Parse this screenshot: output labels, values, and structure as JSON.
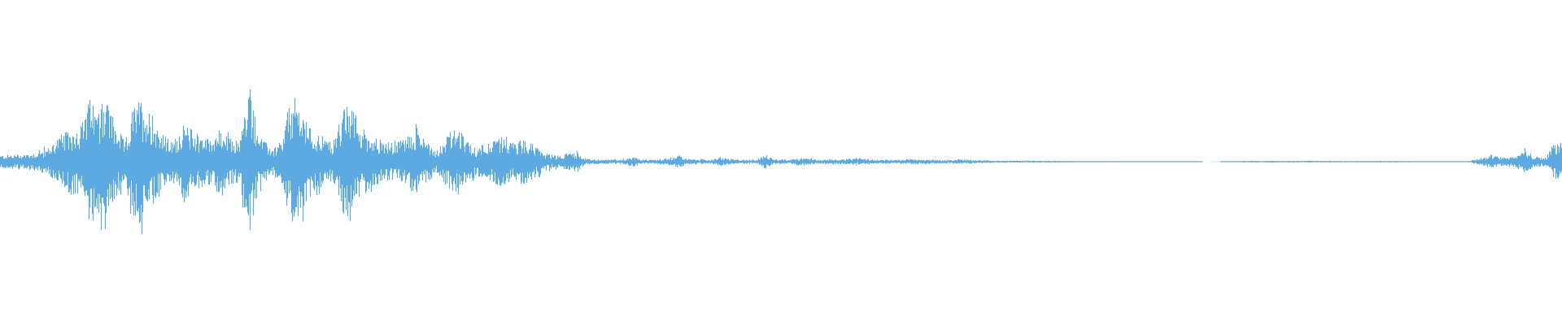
{
  "waveform": {
    "color": "#5da9e1",
    "amplitude_envelope": [
      [
        0.0,
        0.06
      ],
      [
        0.01,
        0.07
      ],
      [
        0.02,
        0.08
      ],
      [
        0.03,
        0.12
      ],
      [
        0.037,
        0.24
      ],
      [
        0.045,
        0.3
      ],
      [
        0.052,
        0.36
      ],
      [
        0.058,
        0.62
      ],
      [
        0.062,
        0.45
      ],
      [
        0.067,
        0.68
      ],
      [
        0.072,
        0.4
      ],
      [
        0.08,
        0.18
      ],
      [
        0.085,
        0.52
      ],
      [
        0.09,
        0.6
      ],
      [
        0.097,
        0.45
      ],
      [
        0.103,
        0.28
      ],
      [
        0.11,
        0.18
      ],
      [
        0.118,
        0.36
      ],
      [
        0.125,
        0.28
      ],
      [
        0.133,
        0.22
      ],
      [
        0.14,
        0.3
      ],
      [
        0.147,
        0.22
      ],
      [
        0.153,
        0.2
      ],
      [
        0.16,
        0.72
      ],
      [
        0.165,
        0.28
      ],
      [
        0.17,
        0.18
      ],
      [
        0.175,
        0.12
      ],
      [
        0.18,
        0.18
      ],
      [
        0.185,
        0.52
      ],
      [
        0.19,
        0.62
      ],
      [
        0.195,
        0.4
      ],
      [
        0.2,
        0.3
      ],
      [
        0.207,
        0.22
      ],
      [
        0.213,
        0.18
      ],
      [
        0.219,
        0.48
      ],
      [
        0.224,
        0.55
      ],
      [
        0.229,
        0.38
      ],
      [
        0.235,
        0.28
      ],
      [
        0.242,
        0.22
      ],
      [
        0.248,
        0.18
      ],
      [
        0.255,
        0.2
      ],
      [
        0.262,
        0.26
      ],
      [
        0.268,
        0.3
      ],
      [
        0.274,
        0.2
      ],
      [
        0.279,
        0.1
      ],
      [
        0.285,
        0.22
      ],
      [
        0.29,
        0.32
      ],
      [
        0.295,
        0.26
      ],
      [
        0.3,
        0.18
      ],
      [
        0.305,
        0.12
      ],
      [
        0.31,
        0.2
      ],
      [
        0.315,
        0.18
      ],
      [
        0.32,
        0.24
      ],
      [
        0.325,
        0.2
      ],
      [
        0.33,
        0.18
      ],
      [
        0.335,
        0.22
      ],
      [
        0.34,
        0.18
      ],
      [
        0.345,
        0.12
      ],
      [
        0.35,
        0.08
      ],
      [
        0.355,
        0.06
      ],
      [
        0.36,
        0.06
      ],
      [
        0.365,
        0.1
      ],
      [
        0.37,
        0.08
      ],
      [
        0.375,
        0.03
      ],
      [
        0.385,
        0.02
      ],
      [
        0.4,
        0.025
      ],
      [
        0.405,
        0.05
      ],
      [
        0.41,
        0.025
      ],
      [
        0.42,
        0.02
      ],
      [
        0.43,
        0.04
      ],
      [
        0.435,
        0.06
      ],
      [
        0.44,
        0.025
      ],
      [
        0.455,
        0.02
      ],
      [
        0.462,
        0.04
      ],
      [
        0.47,
        0.02
      ],
      [
        0.485,
        0.02
      ],
      [
        0.49,
        0.07
      ],
      [
        0.495,
        0.03
      ],
      [
        0.505,
        0.02
      ],
      [
        0.515,
        0.035
      ],
      [
        0.525,
        0.02
      ],
      [
        0.54,
        0.025
      ],
      [
        0.55,
        0.03
      ],
      [
        0.56,
        0.02
      ],
      [
        0.575,
        0.02
      ],
      [
        0.585,
        0.025
      ],
      [
        0.595,
        0.02
      ],
      [
        0.605,
        0.015
      ],
      [
        0.615,
        0.025
      ],
      [
        0.625,
        0.015
      ],
      [
        0.64,
        0.01
      ],
      [
        0.66,
        0.01
      ],
      [
        0.68,
        0.008
      ],
      [
        0.7,
        0.005
      ],
      [
        0.72,
        0.004
      ],
      [
        0.74,
        0.002
      ],
      [
        0.76,
        0.001
      ],
      [
        0.78,
        0.0
      ],
      [
        0.8,
        0.008
      ],
      [
        0.82,
        0.008
      ],
      [
        0.84,
        0.008
      ],
      [
        0.86,
        0.007
      ],
      [
        0.88,
        0.007
      ],
      [
        0.9,
        0.006
      ],
      [
        0.92,
        0.004
      ],
      [
        0.94,
        0.004
      ],
      [
        0.955,
        0.06
      ],
      [
        0.962,
        0.04
      ],
      [
        0.97,
        0.05
      ],
      [
        0.977,
        0.12
      ],
      [
        0.982,
        0.05
      ],
      [
        0.99,
        0.04
      ],
      [
        0.995,
        0.18
      ],
      [
        1.0,
        0.2
      ]
    ]
  }
}
